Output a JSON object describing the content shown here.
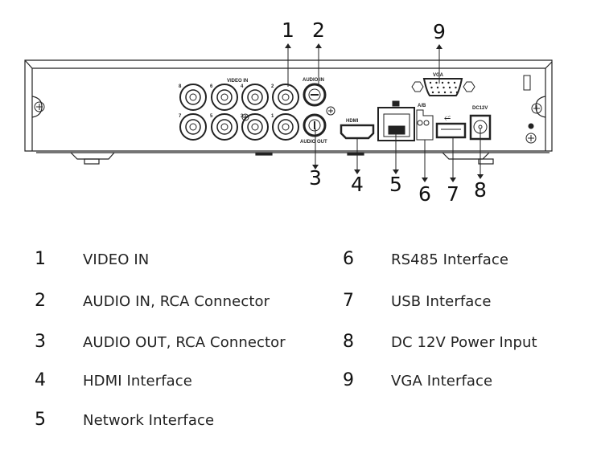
{
  "diagram": {
    "panel_labels": {
      "video_in": "VIDEO IN",
      "audio_in": "AUDIO IN",
      "audio_out": "AUDIO OUT",
      "hdmi": "HDMI",
      "vga": "VGA",
      "rs485": "A/B",
      "power": "DC12V"
    },
    "bnc_port_numbers": [
      "8",
      "6",
      "4",
      "2",
      "7",
      "5",
      "3",
      "1"
    ],
    "callouts": [
      "1",
      "2",
      "3",
      "4",
      "5",
      "6",
      "7",
      "8",
      "9"
    ]
  },
  "legend": {
    "left": [
      {
        "num": "1",
        "label": "VIDEO IN"
      },
      {
        "num": "2",
        "label": "AUDIO IN, RCA Connector"
      },
      {
        "num": "3",
        "label": "AUDIO OUT, RCA Connector"
      },
      {
        "num": "4",
        "label": "HDMI Interface"
      },
      {
        "num": "5",
        "label": "Network Interface"
      }
    ],
    "right": [
      {
        "num": "6",
        "label": "RS485 Interface"
      },
      {
        "num": "7",
        "label": "USB Interface"
      },
      {
        "num": "8",
        "label": "DC 12V Power Input"
      },
      {
        "num": "9",
        "label": "VGA Interface"
      }
    ]
  }
}
